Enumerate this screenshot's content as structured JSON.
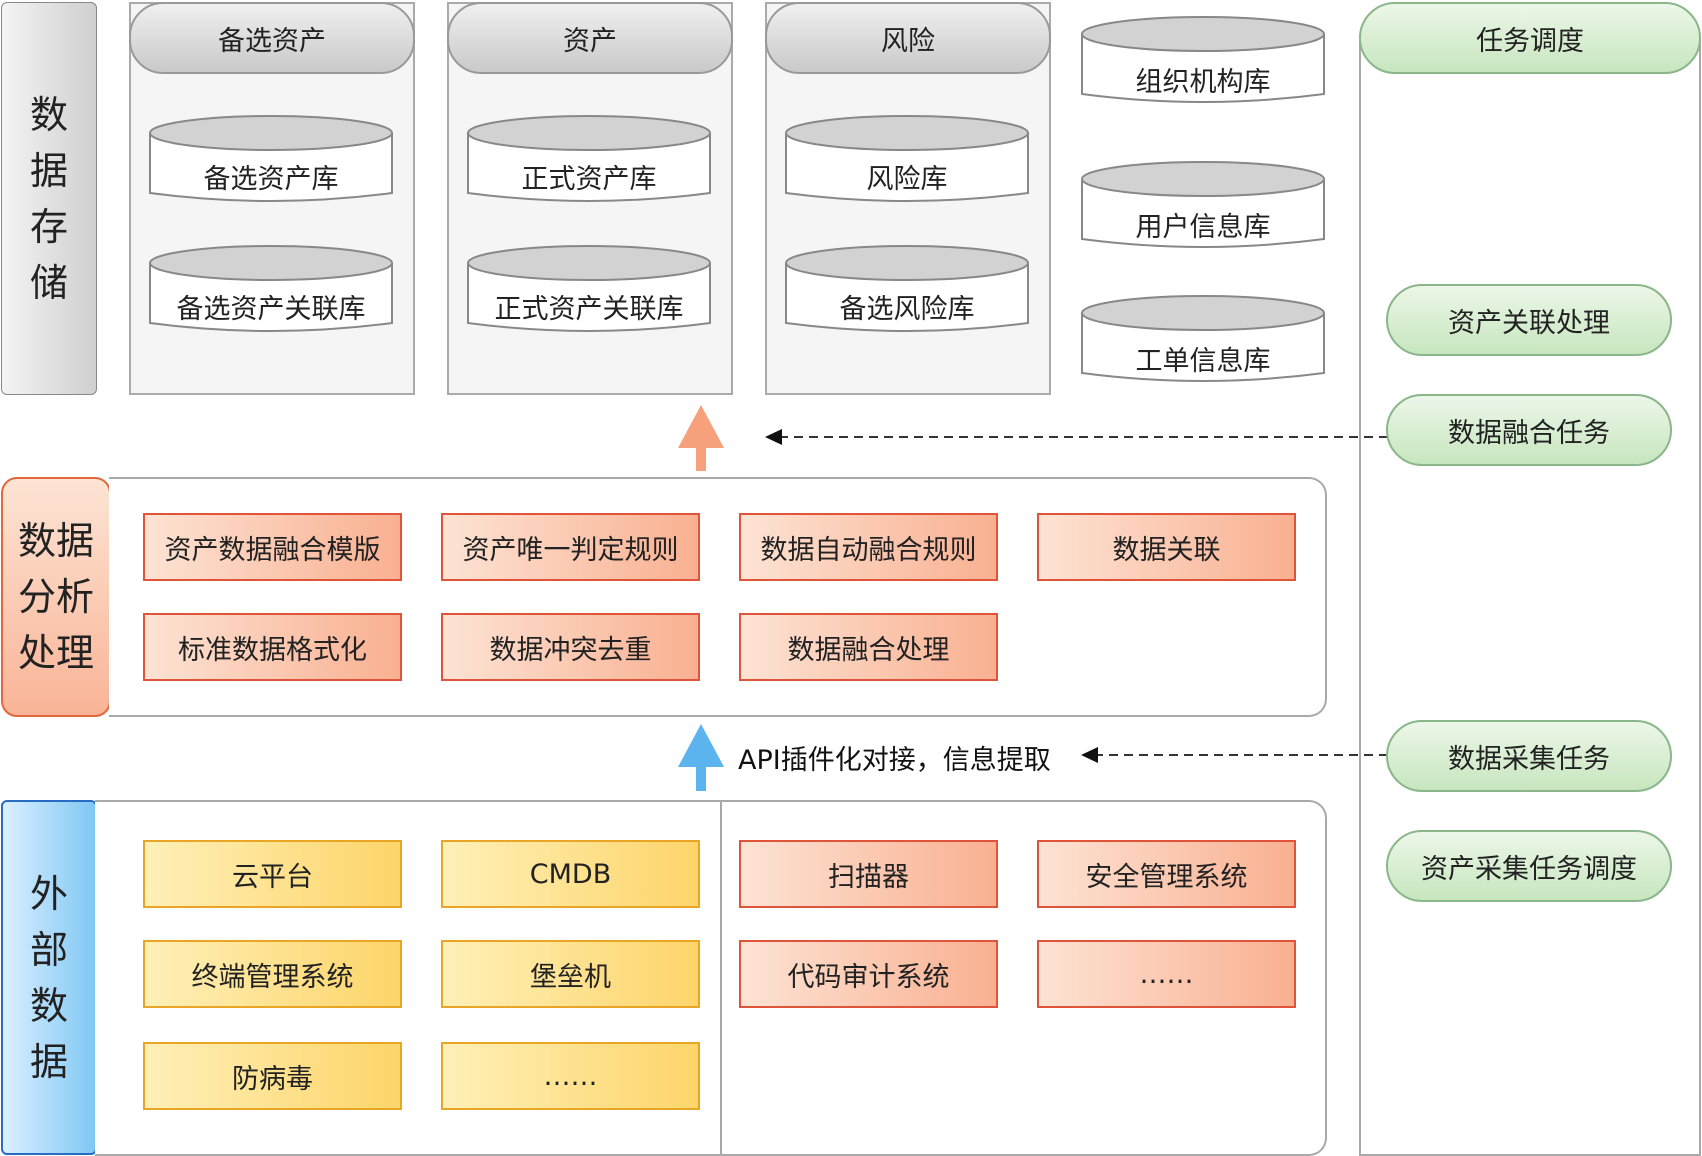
{
  "layers": {
    "storage": "数据存储",
    "processing": "数据分析处理",
    "external": "外部数据"
  },
  "storage_groups": [
    {
      "title": "备选资产",
      "dbs": [
        "备选资产库",
        "备选资产关联库"
      ]
    },
    {
      "title": "资产",
      "dbs": [
        "正式资产库",
        "正式资产关联库"
      ]
    },
    {
      "title": "风险",
      "dbs": [
        "风险库",
        "备选风险库"
      ]
    }
  ],
  "standalone_dbs": [
    "组织机构库",
    "用户信息库",
    "工单信息库"
  ],
  "processing_items": [
    "资产数据融合模版",
    "资产唯一判定规则",
    "数据自动融合规则",
    "数据关联",
    "标准数据格式化",
    "数据冲突去重",
    "数据融合处理"
  ],
  "external_left": [
    "云平台",
    "CMDB",
    "终端管理系统",
    "堡垒机",
    "防病毒",
    "……"
  ],
  "external_right": [
    "扫描器",
    "安全管理系统",
    "代码审计系统",
    "……"
  ],
  "api_note": "API插件化对接，信息提取",
  "scheduler": {
    "title": "任务调度",
    "tasks": [
      "资产关联处理",
      "数据融合任务",
      "数据采集任务",
      "资产采集任务调度"
    ]
  },
  "colors": {
    "storage_arrow": "#f7a07c",
    "collect_arrow": "#5bb4ee",
    "process_border": "#e0553a",
    "external_border": "#e9a525",
    "scheduler_fill": "#d4ecce"
  }
}
